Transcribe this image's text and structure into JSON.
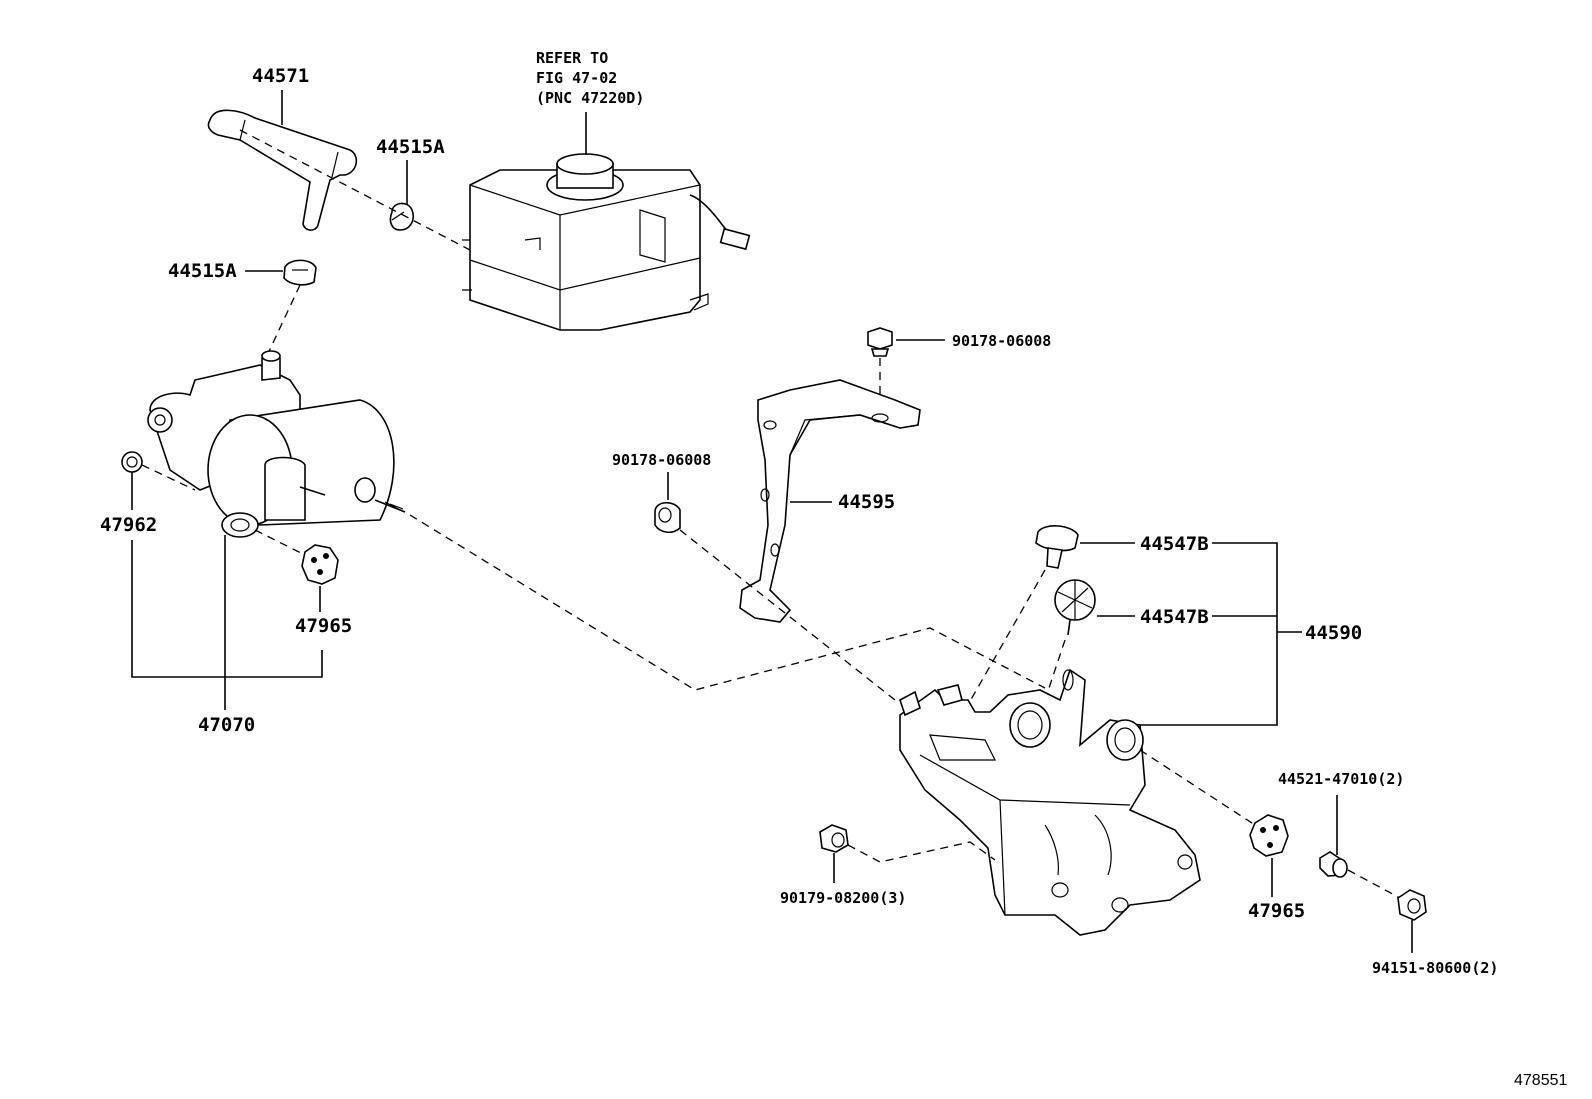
{
  "diagram": {
    "reference_note": {
      "line1": "REFER TO",
      "line2": "FIG 47-02",
      "line3": "(PNC 47220D)"
    },
    "labels": {
      "hose": "44571",
      "clip_upper": "44515A",
      "clip_lower": "44515A",
      "grommet_left": "47962",
      "cushion_left": "47965",
      "pump_assembly": "47070",
      "bolt_upper_right": "90178-06008",
      "nut_mid": "90178-06008",
      "bracket": "44595",
      "cushion_b_upper": "44547B",
      "cushion_b_lower": "44547B",
      "bracket_assembly": "44590",
      "bolt_right": "44521-47010(2)",
      "nut_bottom": "90179-08200(3)",
      "cushion_right": "47965",
      "nut_right": "94151-80600(2)"
    },
    "figure_number": "478551"
  }
}
